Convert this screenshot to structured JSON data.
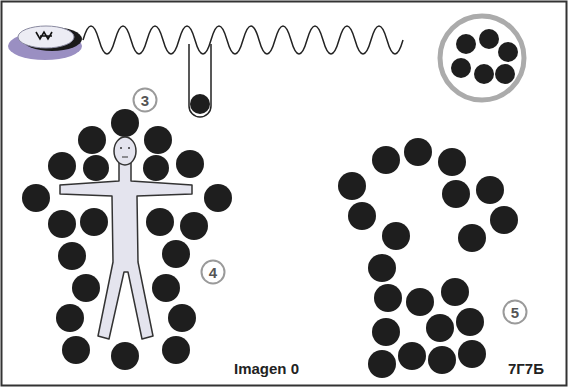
{
  "diagram": {
    "nodes": [
      {
        "text": [
          "3"
        ]
      },
      {
        "text": [
          "4"
        ]
      },
      {
        "text": [
          "5"
        ]
      }
    ],
    "labels": [
      "Imagen 0",
      "7Г7Б"
    ]
  }
}
